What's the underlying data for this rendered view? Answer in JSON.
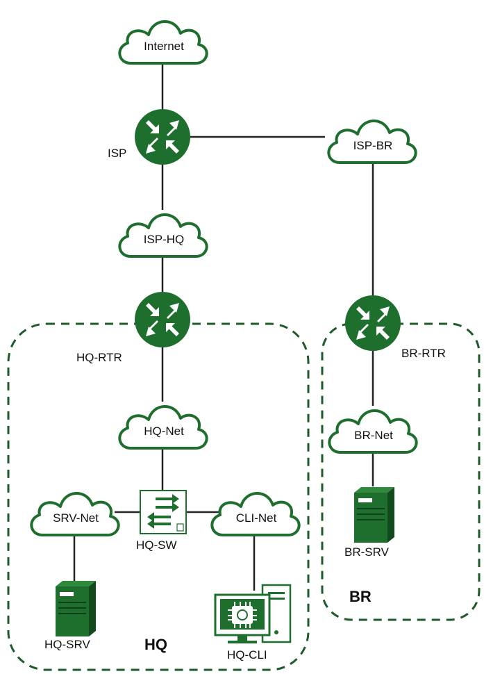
{
  "colors": {
    "green": "#1e6e2e",
    "line": "#222222",
    "zone": "#1e5a2a"
  },
  "clouds": {
    "internet": "Internet",
    "isp_br": "ISP-BR",
    "isp_hq": "ISP-HQ",
    "hq_net": "HQ-Net",
    "br_net": "BR-Net",
    "srv_net": "SRV-Net",
    "cli_net": "CLI-Net"
  },
  "routers": {
    "isp": "ISP",
    "hq_rtr": "HQ-RTR",
    "br_rtr": "BR-RTR"
  },
  "switch": {
    "label": "HQ-SW"
  },
  "servers": {
    "hq_srv": "HQ-SRV",
    "br_srv": "BR-SRV"
  },
  "clients": {
    "hq_cli": "HQ-CLI"
  },
  "zones": {
    "hq": "HQ",
    "br": "BR"
  }
}
